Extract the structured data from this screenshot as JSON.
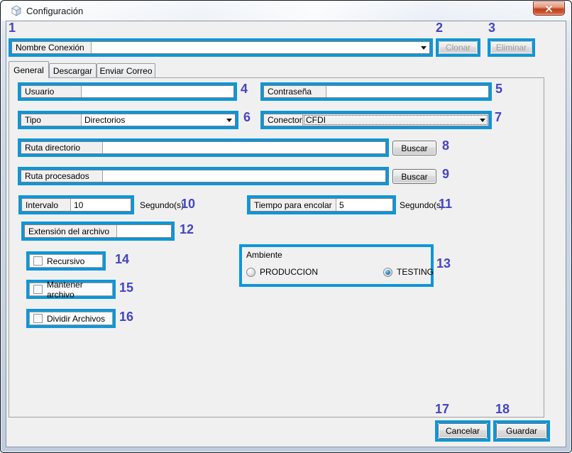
{
  "window": {
    "title": "Configuración"
  },
  "annotations": [
    "1",
    "2",
    "3",
    "4",
    "5",
    "6",
    "7",
    "8",
    "9",
    "10",
    "11",
    "12",
    "13",
    "14",
    "15",
    "16",
    "17",
    "18"
  ],
  "topbar": {
    "connection": {
      "label": "Nombre Conexión",
      "value": ""
    },
    "clone_button": "Clonar",
    "delete_button": "Eliminar"
  },
  "tabs": {
    "general": "General",
    "descargar": "Descargar",
    "enviar_correo": "Enviar Correo"
  },
  "form": {
    "usuario": {
      "label": "Usuario",
      "value": ""
    },
    "contrasena": {
      "label": "Contraseña",
      "value": ""
    },
    "tipo": {
      "label": "Tipo",
      "value": "Directorios"
    },
    "conector": {
      "label": "Conector",
      "value": "CFDI"
    },
    "ruta_directorio": {
      "label": "Ruta directorio",
      "value": "",
      "button": "Buscar"
    },
    "ruta_procesados": {
      "label": "Ruta procesados",
      "value": "",
      "button": "Buscar"
    },
    "intervalo": {
      "label": "Intervalo",
      "value": "10",
      "suffix": "Segundo(s)"
    },
    "tiempo_encolar": {
      "label": "Tiempo para encolar",
      "value": "5",
      "suffix": "Segundo(s)"
    },
    "extension": {
      "label": "Extensión del archivo",
      "value": ""
    },
    "ambiente": {
      "title": "Ambiente",
      "produccion": {
        "label": "PRODUCCION",
        "selected": false
      },
      "testing": {
        "label": "TESTING",
        "selected": true
      }
    },
    "recursivo": {
      "label": "Recursivo",
      "checked": false
    },
    "mantener": {
      "label": "Mantener archivo",
      "checked": false
    },
    "dividir": {
      "label": "Dividir Archivos",
      "checked": false
    }
  },
  "footer": {
    "cancel_button": "Cancelar",
    "save_button": "Guardar"
  },
  "colors": {
    "highlight_box": "#0e96d8",
    "annotation_number": "#4444c4",
    "close_button": "#c5491f"
  }
}
